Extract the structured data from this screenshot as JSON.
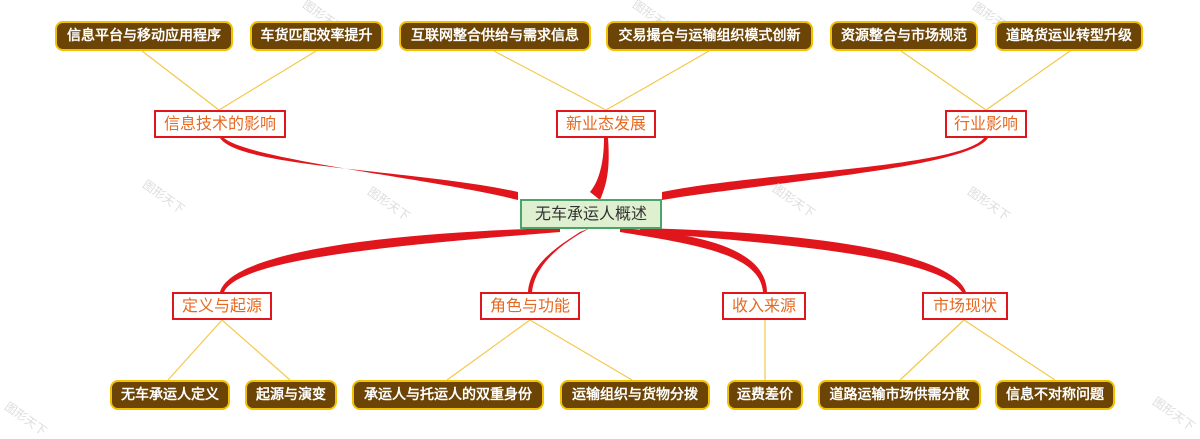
{
  "root": {
    "label": "无车承运人概述"
  },
  "branches": {
    "info_tech": "信息技术的影响",
    "new_business": "新业态发展",
    "industry": "行业影响",
    "definition": "定义与起源",
    "role": "角色与功能",
    "income": "收入来源",
    "market": "市场现状"
  },
  "leaves": {
    "info_tech": [
      "信息平台与移动应用程序",
      "车货匹配效率提升"
    ],
    "new_business": [
      "互联网整合供给与需求信息",
      "交易撮合与运输组织模式创新"
    ],
    "industry": [
      "资源整合与市场规范",
      "道路货运业转型升级"
    ],
    "definition": [
      "无车承运人定义",
      "起源与演变"
    ],
    "role": [
      "承运人与托运人的双重身份",
      "运输组织与货物分拨"
    ],
    "income": [
      "运费差价"
    ],
    "market": [
      "道路运输市场供需分散",
      "信息不对称问题"
    ]
  },
  "watermark": "图形天下",
  "colors": {
    "main_link": "#e0161c",
    "leaf_link": "#f3c84b",
    "leaf_fill": "#6b4406",
    "leaf_border": "#f2c200",
    "branch_text": "#e56a22",
    "root_fill": "#dff0d0",
    "root_border": "#4aa56a"
  }
}
